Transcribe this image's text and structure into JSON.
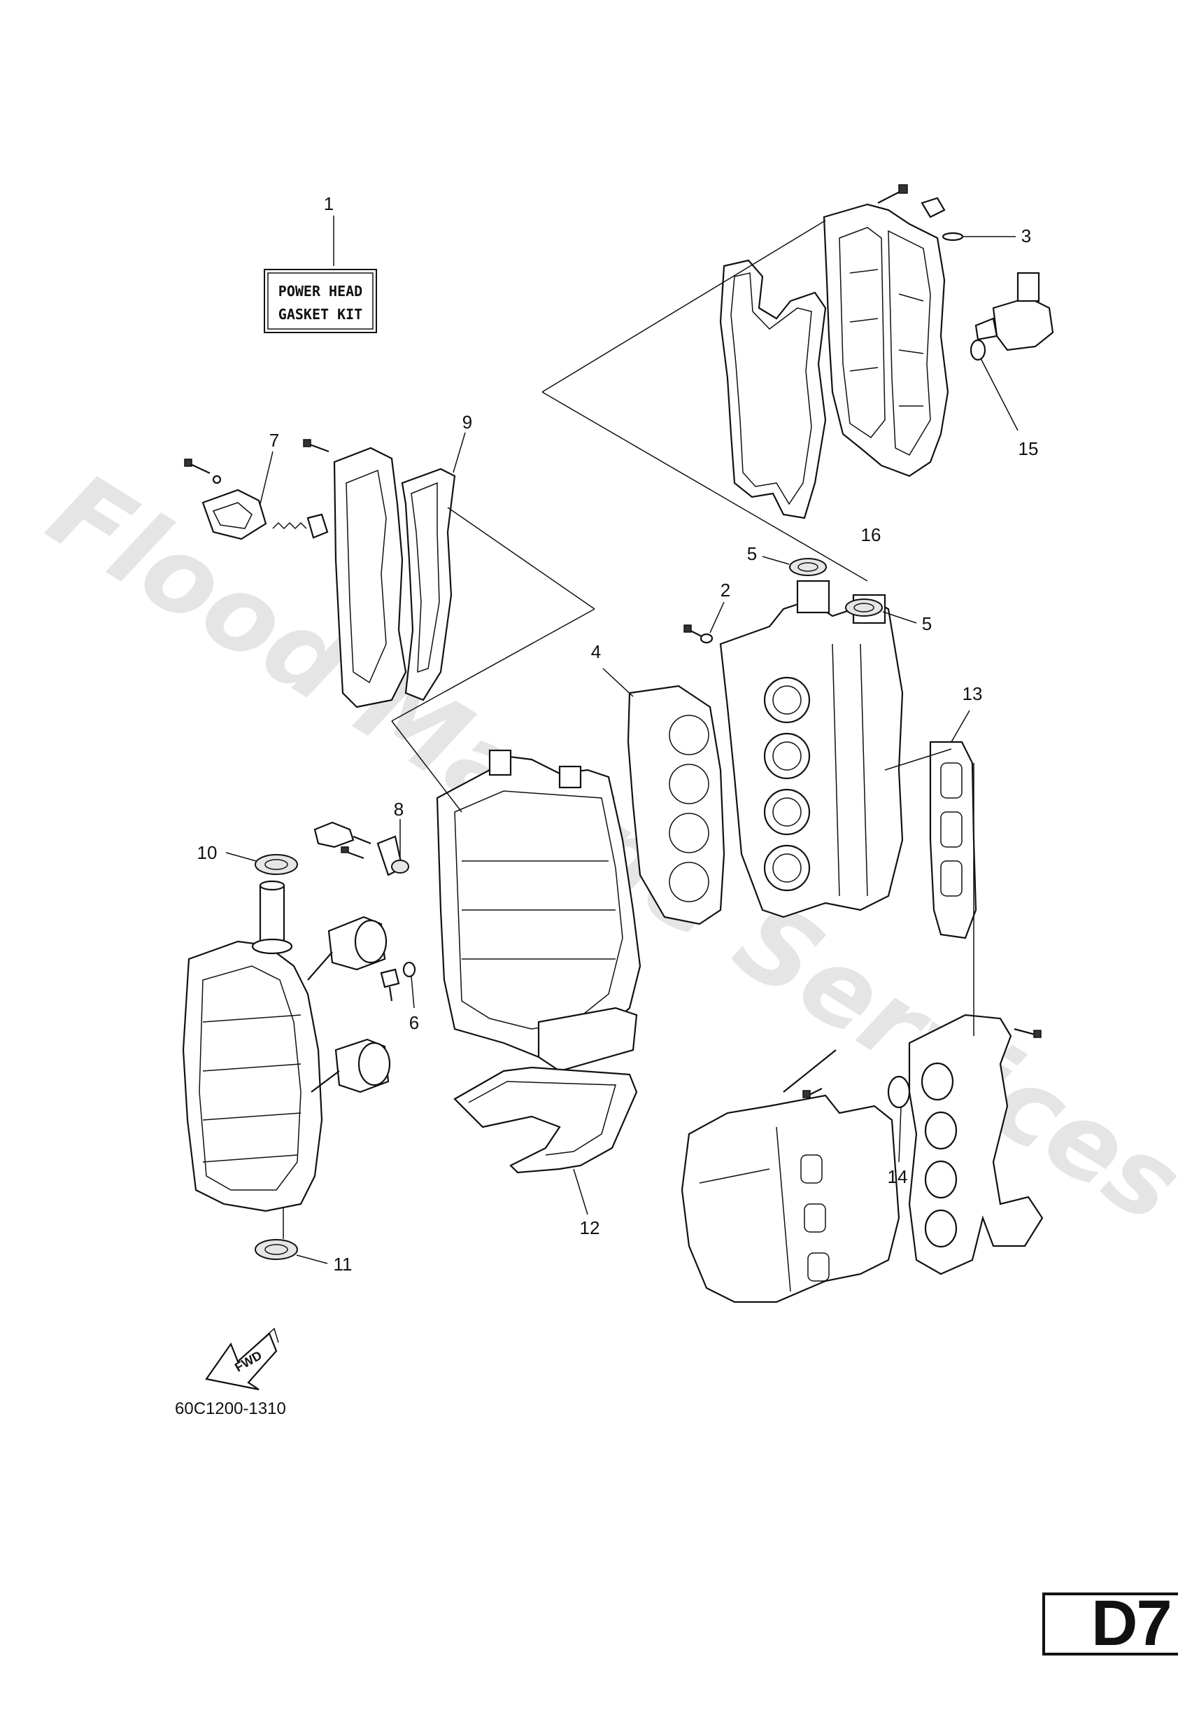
{
  "diagram": {
    "kit_label_line1": "POWER HEAD",
    "kit_label_line2": "GASKET KIT",
    "fwd_label": "FWD",
    "diagram_code": "60C1200-1310",
    "page_code": "D7",
    "watermark": "Flood Marine Services",
    "callouts": [
      "1",
      "2",
      "3",
      "4",
      "5",
      "5",
      "6",
      "7",
      "8",
      "9",
      "10",
      "11",
      "12",
      "13",
      "14",
      "15",
      "16"
    ]
  }
}
